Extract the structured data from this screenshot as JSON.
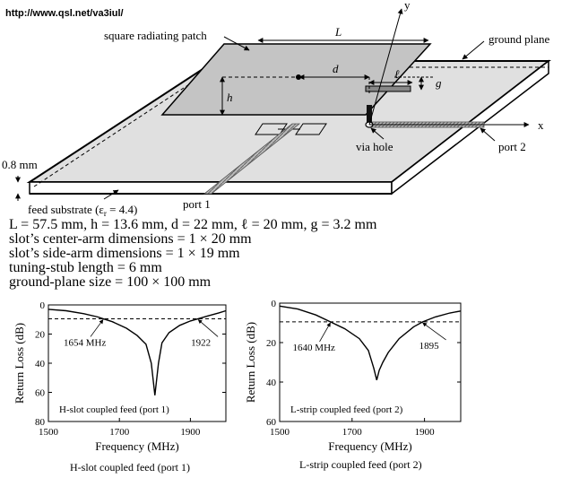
{
  "url": "http://www.qsl.net/va3iul/",
  "labels": {
    "patch": "square radiating patch",
    "ground_plane": "ground plane",
    "via_hole": "via hole",
    "port1": "port 1",
    "port2": "port 2",
    "thickness": "0.8 mm",
    "substrate": "feed substrate (ε",
    "substrate_sub": "r",
    "substrate_end": " = 4.4)",
    "dim_L": "L",
    "dim_d": "d",
    "dim_h": "h",
    "dim_l": "ℓ",
    "dim_g": "g",
    "axis_x": "x",
    "axis_y": "y"
  },
  "params": [
    "L = 57.5 mm, h = 13.6 mm, d = 22 mm, ℓ = 20 mm, g = 3.2 mm",
    "slot’s center-arm dimensions = 1 × 20 mm",
    "slot’s side-arm dimensions = 1 × 19 mm",
    "tuning-stub length = 6 mm",
    "ground-plane size = 100 × 100 mm"
  ],
  "captions": {
    "left": "H-slot coupled feed (port 1)",
    "right": "L-strip coupled feed (port 2)"
  },
  "chart_data": [
    {
      "type": "line",
      "xlabel": "Frequency (MHz)",
      "ylabel": "Return Loss (dB)",
      "xlim": [
        1500,
        2000
      ],
      "ylim": [
        0,
        80
      ],
      "y_inverted": true,
      "xticks": [
        1500,
        1700,
        1900
      ],
      "yticks": [
        0,
        20,
        40,
        60,
        80
      ],
      "inset_label": "H-slot coupled feed (port 1)",
      "reference_line": 9.5,
      "x": [
        1500,
        1550,
        1600,
        1640,
        1654,
        1680,
        1720,
        1750,
        1775,
        1790,
        1800,
        1810,
        1820,
        1840,
        1870,
        1900,
        1922,
        1950,
        1980,
        2000
      ],
      "y": [
        3,
        4,
        6,
        8.3,
        9.5,
        11.5,
        16,
        21,
        27,
        40,
        62,
        40,
        26,
        19,
        14,
        11,
        9.5,
        7.5,
        5.5,
        4
      ],
      "annotations": [
        {
          "text": "1654 MHz",
          "x": 1654,
          "y": 9.5
        },
        {
          "text": "1922",
          "x": 1922,
          "y": 9.5
        }
      ]
    },
    {
      "type": "line",
      "xlabel": "Frequency (MHz)",
      "ylabel": "Return Loss (dB)",
      "xlim": [
        1500,
        2000
      ],
      "ylim": [
        0,
        60
      ],
      "y_inverted": true,
      "xticks": [
        1500,
        1700,
        1900
      ],
      "yticks": [
        0,
        20,
        40,
        60
      ],
      "inset_label": "L-strip coupled feed (port 2)",
      "reference_line": 9.5,
      "x": [
        1500,
        1550,
        1600,
        1640,
        1680,
        1720,
        1745,
        1760,
        1768,
        1775,
        1785,
        1800,
        1830,
        1870,
        1895,
        1930,
        1970,
        2000
      ],
      "y": [
        1.5,
        3,
        6,
        9.5,
        13,
        18,
        24,
        33,
        39,
        34,
        30,
        25,
        18,
        12,
        9.5,
        7,
        5,
        4
      ],
      "annotations": [
        {
          "text": "1640 MHz",
          "x": 1640,
          "y": 9.5
        },
        {
          "text": "1895",
          "x": 1895,
          "y": 9.5
        }
      ]
    }
  ]
}
